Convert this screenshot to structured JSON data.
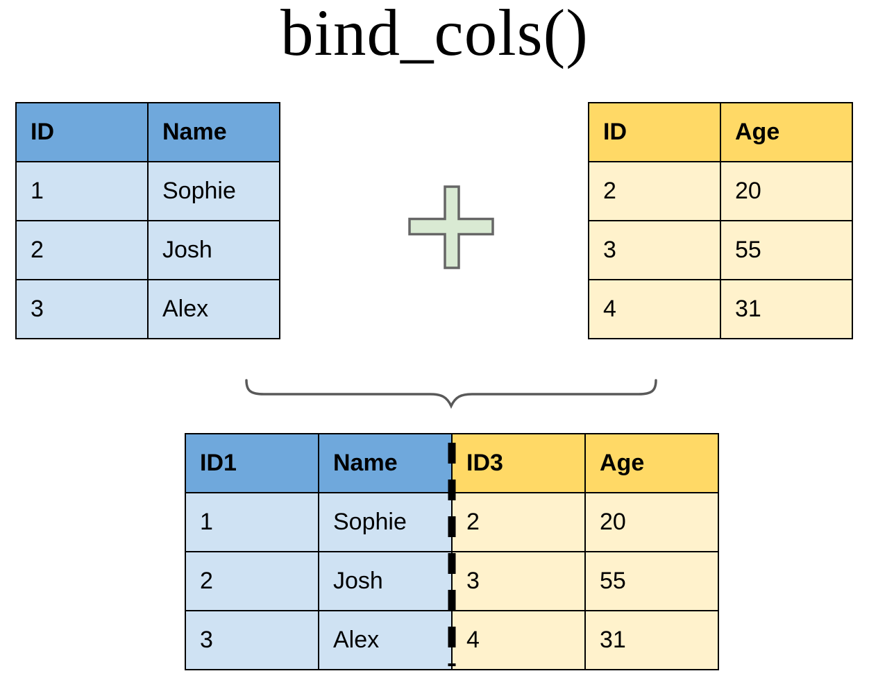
{
  "title": "bind_cols()",
  "tables": {
    "left": {
      "headers": [
        "ID",
        "Name"
      ],
      "rows": [
        [
          "1",
          "Sophie"
        ],
        [
          "2",
          "Josh"
        ],
        [
          "3",
          "Alex"
        ]
      ]
    },
    "right": {
      "headers": [
        "ID",
        "Age"
      ],
      "rows": [
        [
          "2",
          "20"
        ],
        [
          "3",
          "55"
        ],
        [
          "4",
          "31"
        ]
      ]
    },
    "result": {
      "headers": [
        "ID1",
        "Name",
        "ID3",
        "Age"
      ],
      "rows": [
        [
          "1",
          "Sophie",
          "2",
          "20"
        ],
        [
          "2",
          "Josh",
          "3",
          "55"
        ],
        [
          "3",
          "Alex",
          "4",
          "31"
        ]
      ]
    }
  },
  "icons": {
    "plus_icon": "plus",
    "brace_icon": "curly-brace-down",
    "dashed_divider": "vertical-dashed-line"
  },
  "colors": {
    "blue_header": "#6FA8DC",
    "blue_body": "#CFE2F3",
    "yellow_header": "#FFD966",
    "yellow_body": "#FFF2CC",
    "plus_fill": "#D9EAD3",
    "plus_border": "#666666",
    "brace": "#595959",
    "table_border": "#000000",
    "text": "#000000"
  }
}
